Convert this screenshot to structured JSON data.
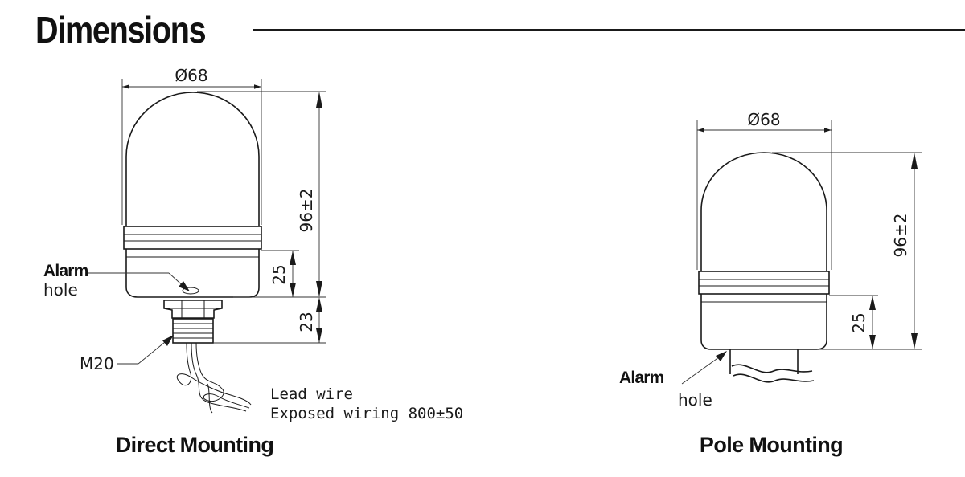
{
  "title": "Dimensions",
  "direct": {
    "caption": "Direct Mounting",
    "diameter": "Ø68",
    "height_total": "96±2",
    "height_base": "25",
    "height_thread": "23",
    "alarm_label": "Alarm",
    "hole_label": "hole",
    "thread_label": "M20",
    "lead_wire": "Lead wire",
    "exposed_wiring": "Exposed wiring 800±50"
  },
  "pole": {
    "caption": "Pole Mounting",
    "diameter": "Ø68",
    "height_total": "96±2",
    "height_base": "25",
    "alarm_label": "Alarm",
    "hole_label": "hole"
  }
}
